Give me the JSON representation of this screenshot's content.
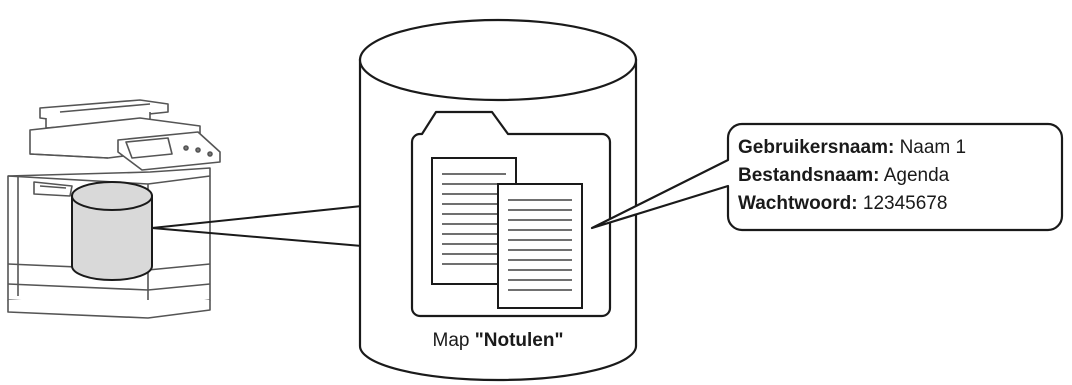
{
  "callout": {
    "rows": [
      {
        "label": "Gebruikersnaam:",
        "value": "Naam 1"
      },
      {
        "label": "Bestandsnaam:",
        "value": "Agenda"
      },
      {
        "label": "Wachtwoord:",
        "value": "12345678"
      }
    ]
  },
  "folder": {
    "caption_prefix": "Map ",
    "caption_name": "\"Notulen\""
  },
  "icons": {
    "printer": "multifunction-printer-icon",
    "storage": "storage-cylinder-icon",
    "folder": "folder-icon",
    "documents": "documents-icon"
  },
  "colors": {
    "stroke": "#1a1a1a",
    "printer_body": "#ffffff",
    "disk_fill": "#d9d9d9",
    "printer_line": "#555555"
  }
}
